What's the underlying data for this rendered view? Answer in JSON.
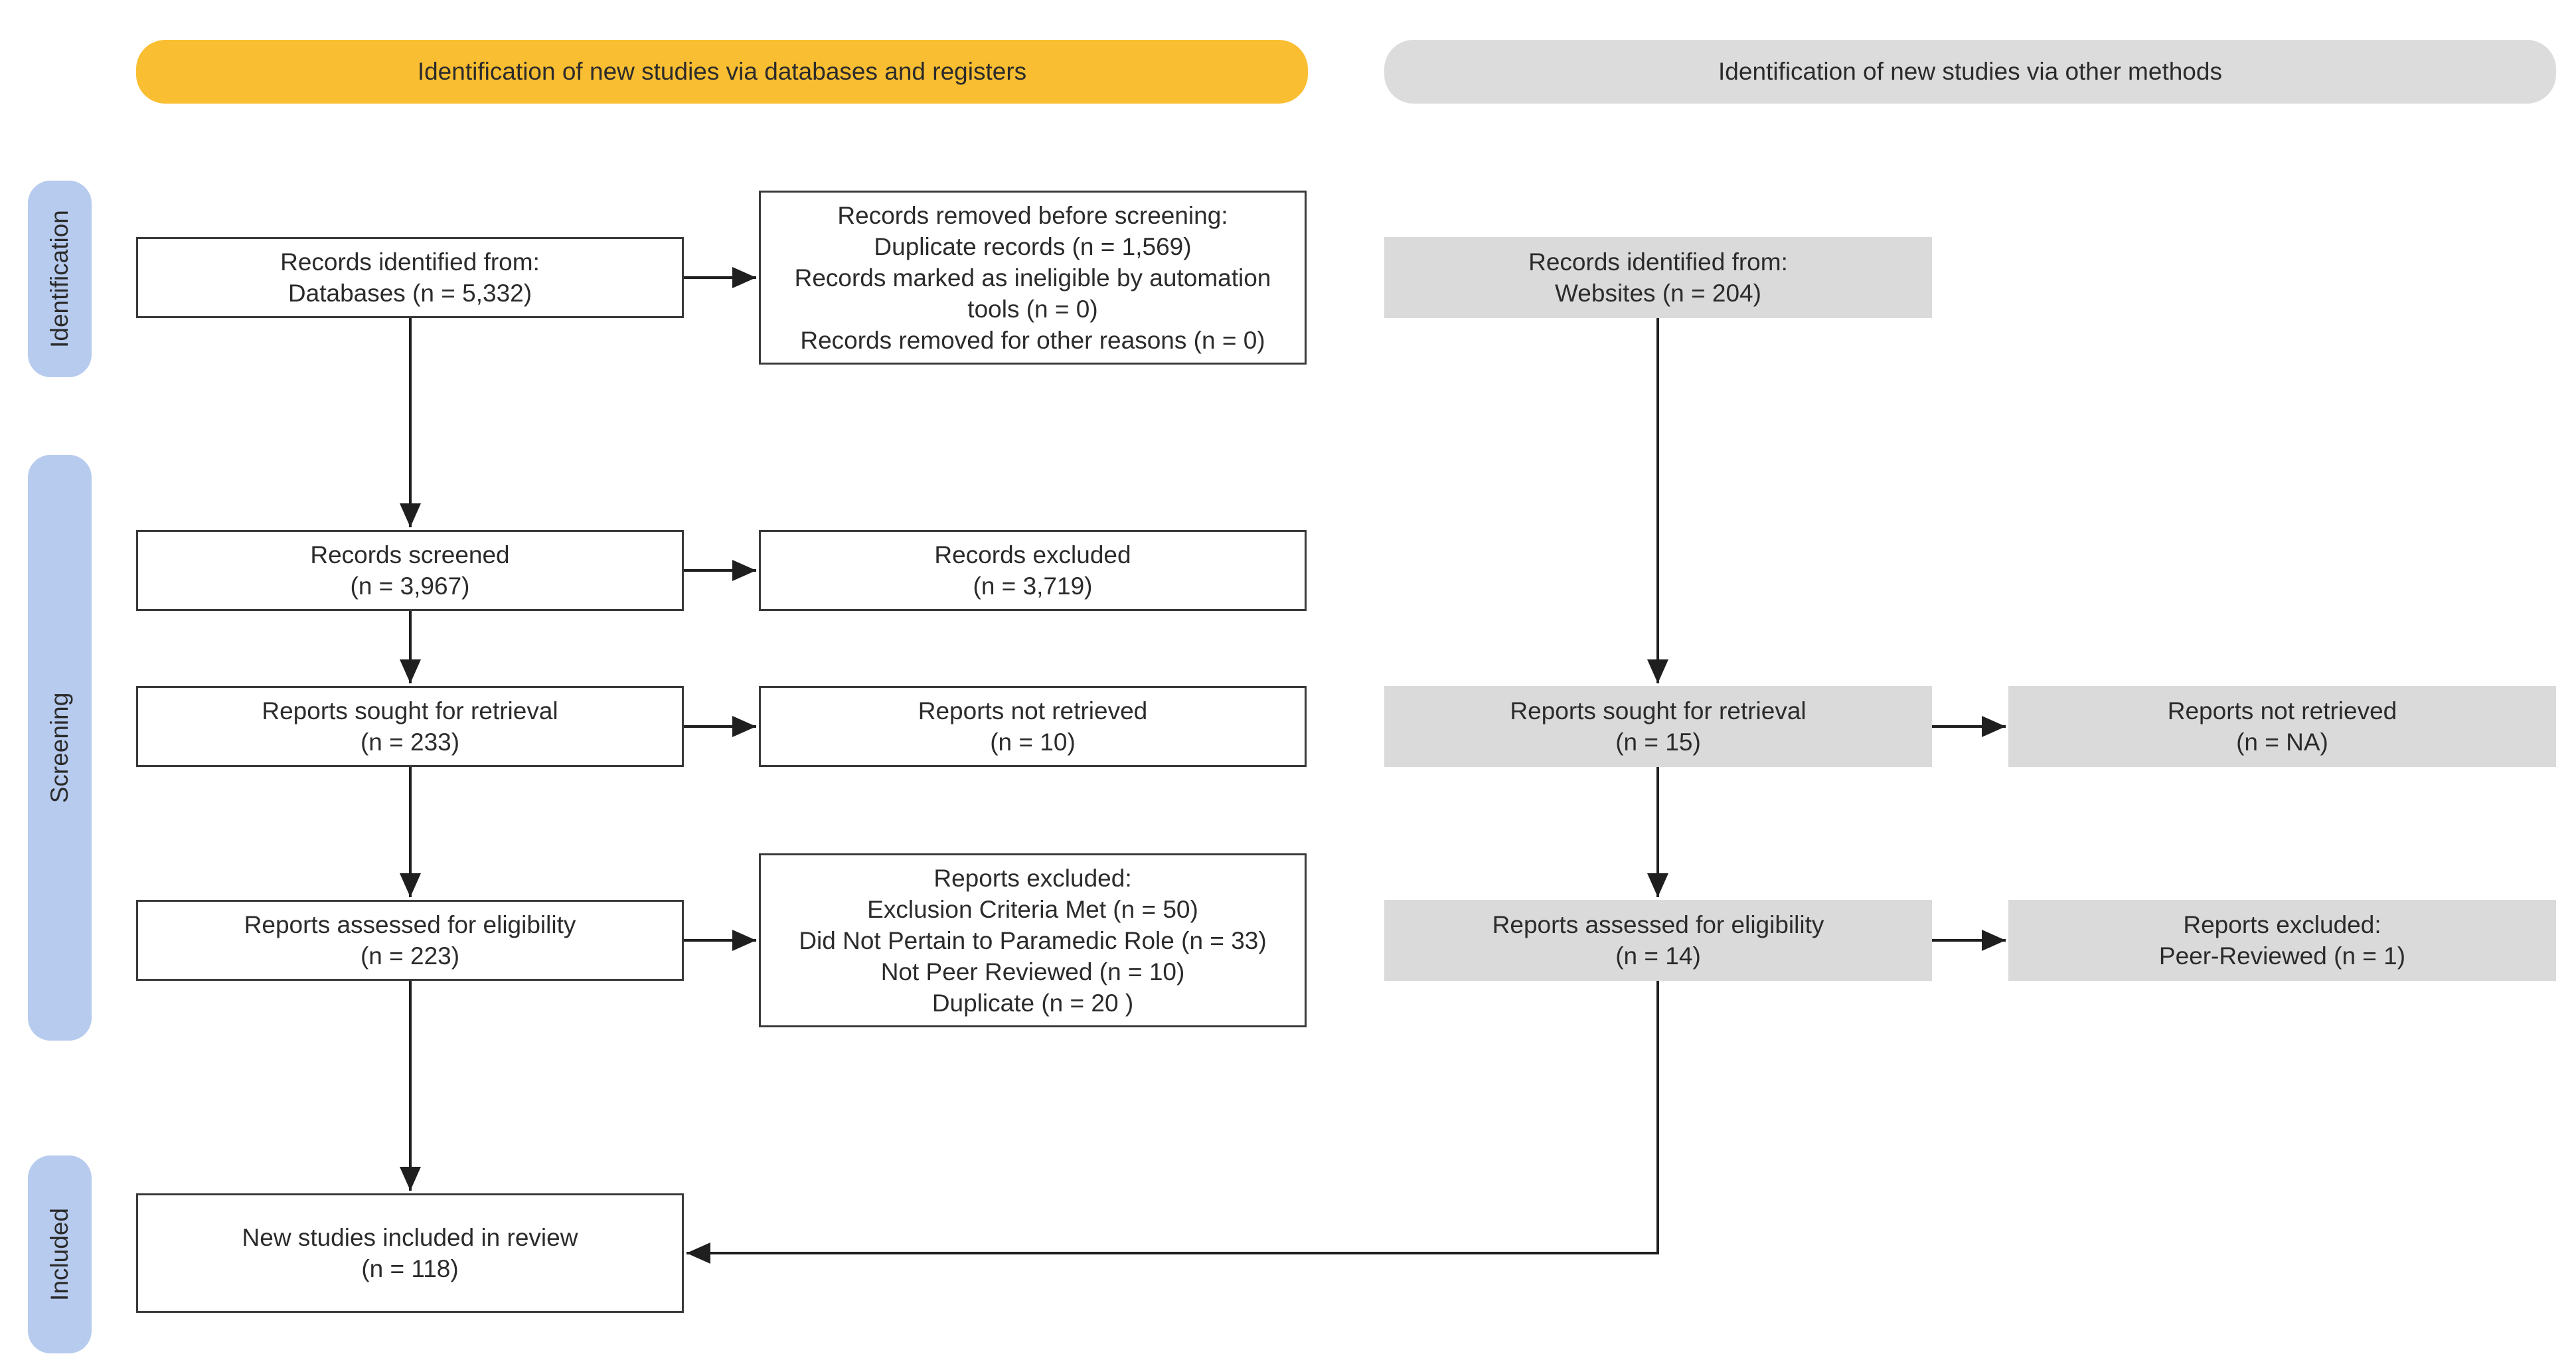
{
  "headers": {
    "left": "Identification of new studies via databases and registers",
    "right": "Identification of new studies via other methods"
  },
  "phases": {
    "identification": "Identification",
    "screening": "Screening",
    "included": "Included"
  },
  "left_column": {
    "records_identified": {
      "line1": "Records identified from:",
      "line2": "Databases (n = 5,332)"
    },
    "records_removed": {
      "line1": "Records removed before screening:",
      "line2": "Duplicate records (n = 1,569)",
      "line3": "Records marked as ineligible by automation",
      "line4": "tools (n = 0)",
      "line5": "Records removed for other reasons (n = 0)"
    },
    "records_screened": {
      "line1": "Records screened",
      "line2": "(n = 3,967)"
    },
    "records_excluded": {
      "line1": "Records excluded",
      "line2": "(n = 3,719)"
    },
    "reports_sought": {
      "line1": "Reports sought for retrieval",
      "line2": "(n = 233)"
    },
    "reports_not_retrieved": {
      "line1": "Reports not retrieved",
      "line2": "(n = 10)"
    },
    "reports_assessed": {
      "line1": "Reports assessed for eligibility",
      "line2": "(n = 223)"
    },
    "reports_excluded": {
      "line1": "Reports excluded:",
      "line2": "Exclusion Criteria Met (n =  50)",
      "line3": "Did Not Pertain to Paramedic Role (n =  33)",
      "line4": "Not Peer Reviewed (n =  10)",
      "line5": "Duplicate (n =  20 )"
    },
    "included": {
      "line1": "New studies included in review",
      "line2": "(n = 118)"
    }
  },
  "right_column": {
    "records_identified": {
      "line1": "Records identified from:",
      "line2": "Websites (n = 204)"
    },
    "reports_sought": {
      "line1": "Reports sought for retrieval",
      "line2": "(n = 15)"
    },
    "reports_not_retrieved": {
      "line1": "Reports not retrieved",
      "line2": "(n = NA)"
    },
    "reports_assessed": {
      "line1": "Reports assessed for eligibility",
      "line2": "(n = 14)"
    },
    "reports_excluded": {
      "line1": "Reports excluded:",
      "line2": "Peer-Reviewed (n =  1)"
    }
  },
  "colors": {
    "header_left": "#f9be31",
    "header_right": "#dcdcdc",
    "phase_label": "#b7cbef",
    "grey_box": "#dadada"
  }
}
